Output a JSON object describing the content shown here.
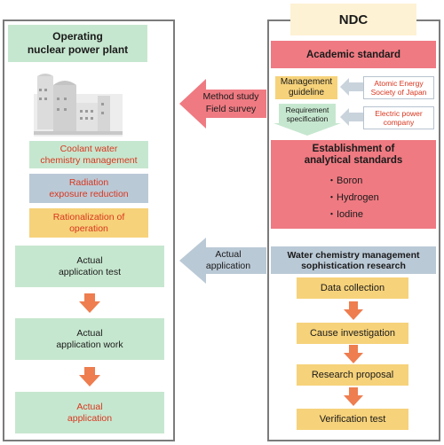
{
  "left_panel": {
    "title": "Operating\nnuclear power plant",
    "boxes": [
      "Coolant water\nchemistry management",
      "Radiation\nexposure reduction",
      "Rationalization of\noperation"
    ],
    "flow": [
      "Actual\napplication test",
      "Actual\napplication work",
      "Actual\napplication"
    ]
  },
  "right_panel": {
    "header": "NDC",
    "academic_standard": "Academic standard",
    "management_guideline": "Management\nguideline",
    "requirement_specification": "Requirement\nspecification",
    "sources": [
      "Atomic Energy\nSociety of Japan",
      "Electric power\ncompany"
    ],
    "analytical_standards": {
      "title": "Establishment of\nanalytical standards",
      "items": [
        "Boron",
        "Hydrogen",
        "Iodine"
      ]
    },
    "research": {
      "title": "Water chemistry management\nsophistication research",
      "steps": [
        "Data collection",
        "Cause investigation",
        "Research proposal",
        "Verification test"
      ]
    }
  },
  "arrows": {
    "method_study": "Method study\nField survey",
    "actual_application": "Actual\napplication"
  },
  "colors": {
    "green": "#c6e7cf",
    "red_box": "#ef7a82",
    "yellow": "#f6d27a",
    "blue_gray": "#bac9d6",
    "orange_arrow": "#ee7d4f",
    "red_text": "#d9361f"
  }
}
